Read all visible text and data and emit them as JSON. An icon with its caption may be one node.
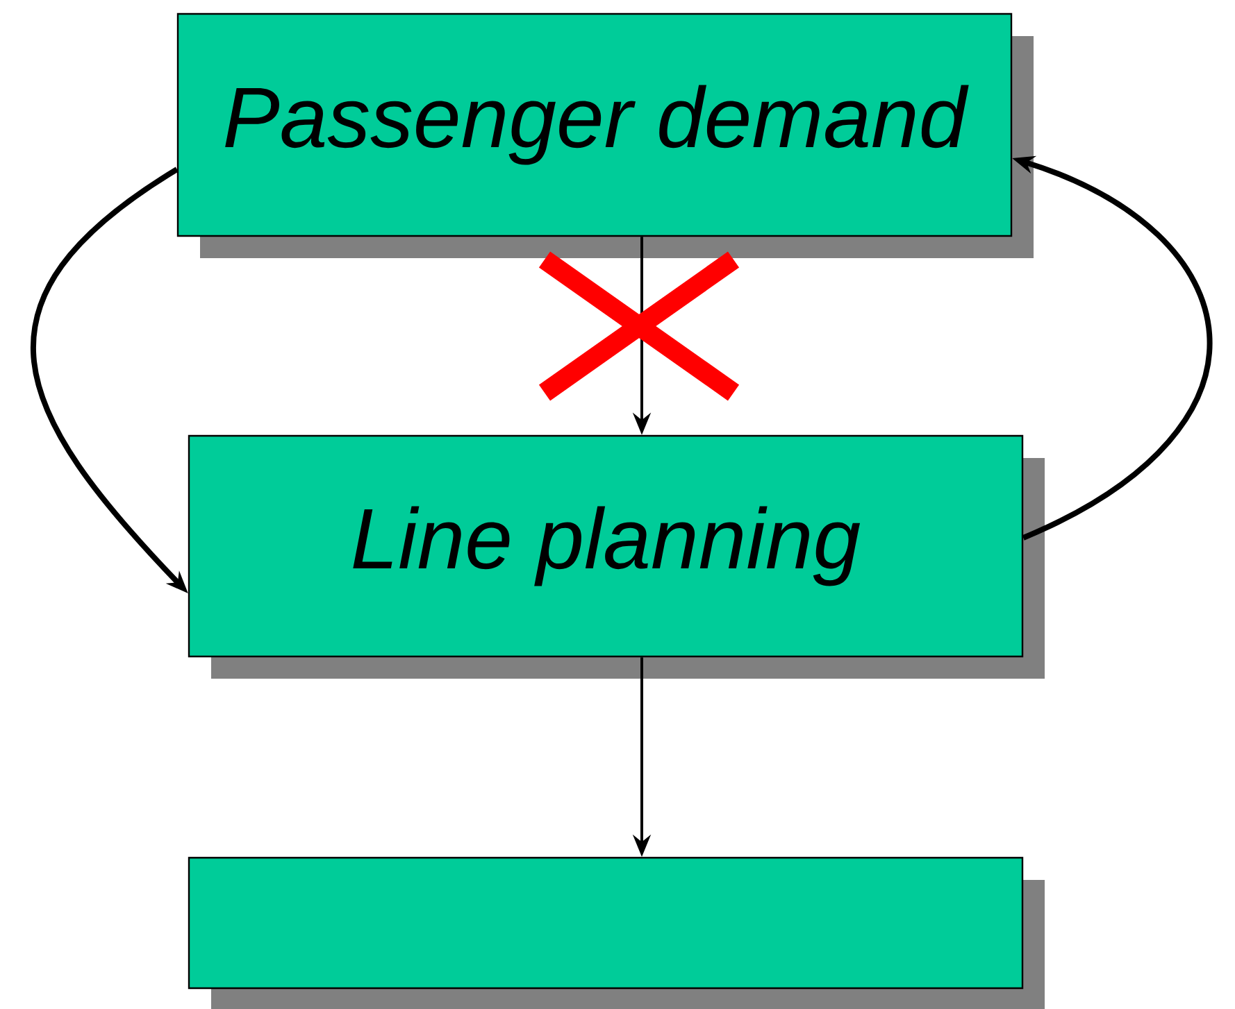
{
  "diagram": {
    "nodes": [
      {
        "text": [
          "Passenger demand"
        ]
      },
      {
        "text": [
          "Line planning"
        ]
      },
      {
        "text": [],
        "shape": "box"
      }
    ],
    "edges": [
      {
        "from": 0,
        "to": 1,
        "arrow": "to"
      },
      {
        "from": 0,
        "to": 1,
        "arrow": "to",
        "style": "thick"
      },
      {
        "from": 1,
        "to": 0,
        "arrow": "to",
        "style": "thick"
      },
      {
        "from": 1,
        "to": 2,
        "arrow": "to"
      }
    ]
  }
}
